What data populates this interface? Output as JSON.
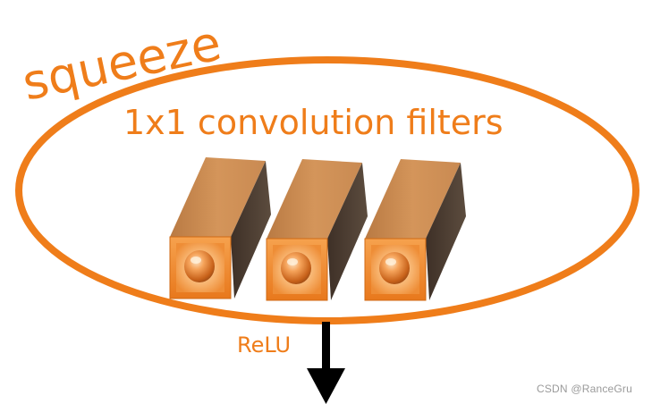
{
  "labels": {
    "squeeze": "squeeze",
    "filters": "1x1 convolution filters",
    "activation": "ReLU"
  },
  "watermark": "CSDN @RanceGru",
  "filter_count": 3,
  "colors": {
    "accent_orange": "#ef7d1a",
    "cube_front": "#f08a28",
    "cube_top": "#cd8a4e",
    "cube_side": "#4b3e33",
    "arrow": "#000000"
  }
}
